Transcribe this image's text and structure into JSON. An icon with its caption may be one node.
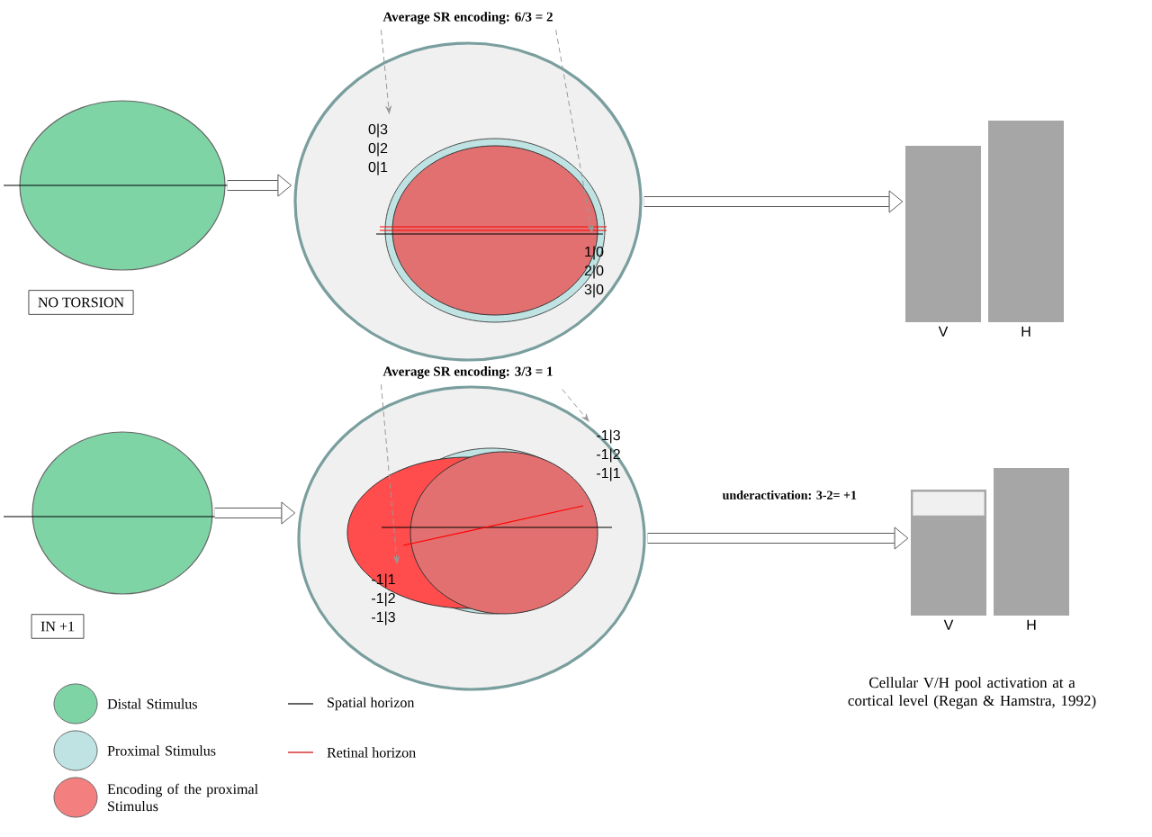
{
  "diagram": {
    "nodes": [
      {
        "text": [],
        "shape": "circle"
      },
      {
        "text": [],
        "shape": "circle"
      },
      {
        "text": [
          "Average SR encoding: 6/3 = 2"
        ]
      },
      {
        "text": [
          "0|3",
          "0|2",
          "0|1"
        ],
        "in": 1
      },
      {
        "text": [
          "1|0",
          "2|0",
          "3|0"
        ],
        "in": 1
      },
      {
        "text": [
          "V"
        ]
      },
      {
        "text": [
          "H"
        ]
      },
      {
        "text": [
          "NO TORSION"
        ]
      },
      {
        "text": [],
        "shape": "circle"
      },
      {
        "text": [],
        "shape": "circle"
      },
      {
        "text": [
          "Average SR encoding: 3/3 = 1"
        ]
      },
      {
        "text": [
          "-1|3",
          "-1|2",
          "-1|1"
        ],
        "in": 9
      },
      {
        "text": [
          "-1|1",
          "-1|2",
          "-1|3"
        ],
        "in": 9
      },
      {
        "text": [
          "V"
        ]
      },
      {
        "text": [
          "H"
        ]
      },
      {
        "text": [
          "IN +1"
        ]
      }
    ],
    "edges": [
      {
        "from": 0,
        "to": 1,
        "arrow": "to",
        "style": "thick"
      },
      {
        "from": 1,
        "to": 5,
        "arrow": "to",
        "style": "thick"
      },
      {
        "from": 2,
        "to": 3,
        "arrow": "to",
        "style": "dashed",
        "color": "#9a9a9a"
      },
      {
        "from": 2,
        "to": 4,
        "arrow": "to",
        "style": "dashed",
        "color": "#9a9a9a"
      },
      {
        "from": 8,
        "to": 9,
        "arrow": "to",
        "style": "thick"
      },
      {
        "from": 9,
        "to": 13,
        "arrow": "to",
        "label": "underactivation: 3-2= +1",
        "style": "thick"
      },
      {
        "from": 10,
        "to": 12,
        "arrow": "to",
        "style": "dashed",
        "color": "#9a9a9a"
      },
      {
        "from": 10,
        "to": 11,
        "arrow": "to",
        "style": "dashed",
        "color": "#9a9a9a"
      }
    ],
    "labels": [
      "Cellular V/H pool activation at a cortical level (Regan & Hamstra, 1992)"
    ],
    "legend": [
      {
        "text": "Distal Stimulus",
        "color": "#7fd4a6"
      },
      {
        "text": "Proximal Stimulus",
        "color": "#bfe2e2"
      },
      {
        "text": "Encoding of the proximal Stimulus",
        "color": "#f47f7f"
      },
      {
        "text": "Spatial horizon"
      },
      {
        "text": "Retinal horizon"
      }
    ]
  }
}
